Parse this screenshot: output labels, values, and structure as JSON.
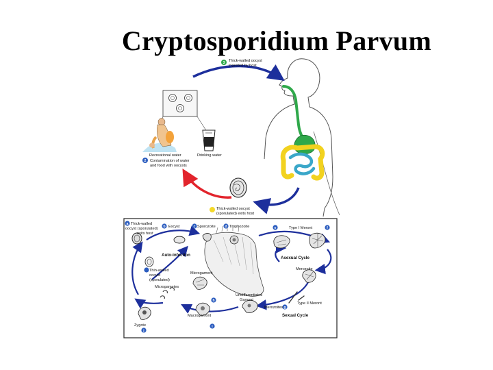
{
  "slide": {
    "title": "Cryptosporidium Parvum"
  },
  "top_cycle": {
    "step3_number": "3",
    "step3_line1": "Thick-walled oocyst",
    "step3_line2": "ingested by host",
    "recreational_water": "Recreational water",
    "drinking_water": "Drinking water",
    "step2_number": "2",
    "step2_line1": "Contamination of water",
    "step2_line2": "and food with oocysts",
    "step1_line1": "Thick-walled oocyst",
    "step1_line2": "(sporulated) exits host"
  },
  "life_cycle": {
    "thick_oocyst_1": "Thick-walled",
    "thick_oocyst_2": "oocyst (sporulated)",
    "thick_oocyst_3": "exits host",
    "excysted": "Excyst",
    "sporozoite": "Sporozoite",
    "trophozoite": "Trophozoite",
    "type1_meront": "Type I Meront",
    "auto_infection": "Auto-infection",
    "asexual_cycle": "Asexual Cycle",
    "merozoite": "Merozoite",
    "thin_oocyst_1": "Thin-walled",
    "thin_oocyst_2": "oocyst",
    "thin_oocyst_3": "(sporulated)",
    "microgamont": "Microgamont",
    "microgametes": "Microgametes",
    "undifferentiated_1": "Undifferentiated",
    "undifferentiated_2": "Gamont",
    "type2_meront": "Type II Meront",
    "merozoites": "Merozoites",
    "sexual_cycle": "Sexual Cycle",
    "macrogamont": "Macrogamont",
    "zygote": "Zygote",
    "markers": [
      "a",
      "b",
      "c",
      "d",
      "e",
      "f",
      "g",
      "h",
      "i",
      "j"
    ]
  },
  "colors": {
    "arrow_blue": "#1d2f9c",
    "arrow_red": "#e2242c",
    "stomach_green": "#2fa84a",
    "colon_yellow": "#f2d21f",
    "intestine_teal": "#3aa7c9",
    "marker_blue": "#2c5dbf",
    "marker_yellow": "#f4d92a"
  }
}
